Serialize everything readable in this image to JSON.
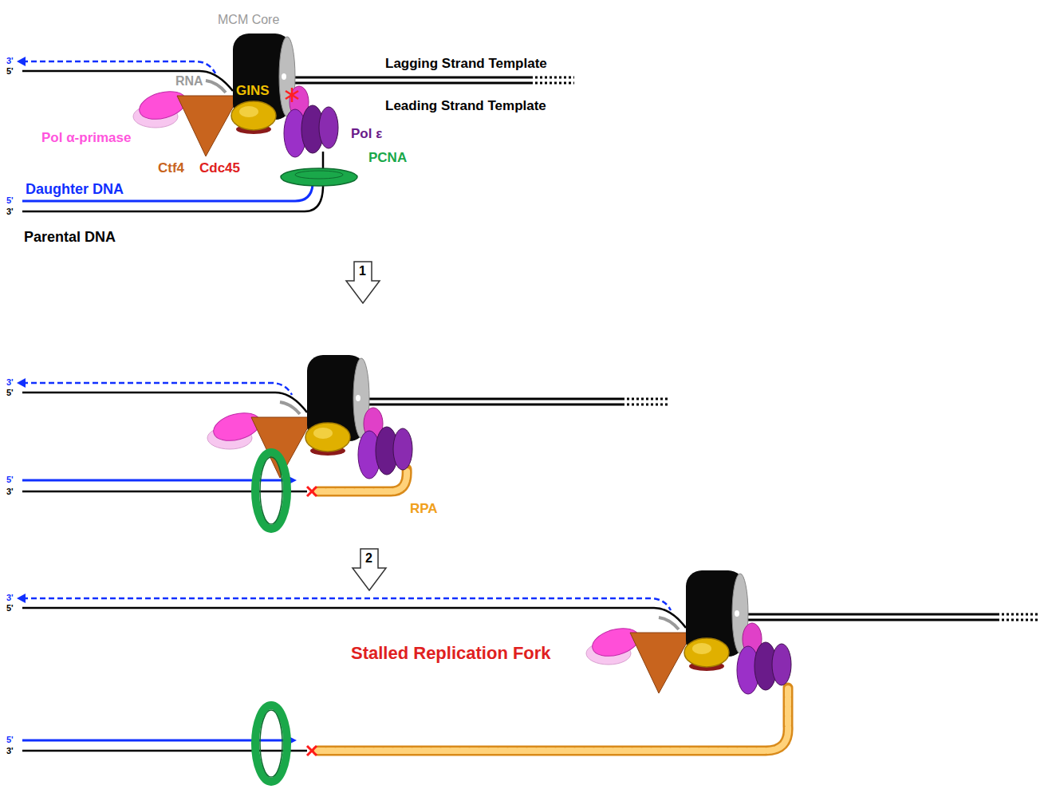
{
  "diagram": {
    "labels": [
      "MCM Core",
      "3'",
      "5'",
      "RNA",
      "GINS",
      "Lagging Strand Template",
      "Leading Strand Template",
      "Pol α-primase",
      "Pol ε",
      "Ctf4",
      "Cdc45",
      "PCNA",
      "5'",
      "Daughter DNA",
      "3'",
      "Parental DNA",
      "1",
      "3'",
      "5'",
      "5'",
      "3'",
      "RPA",
      "2",
      "3'",
      "5'",
      "Stalled Replication Fork",
      "5'",
      "3'"
    ]
  }
}
